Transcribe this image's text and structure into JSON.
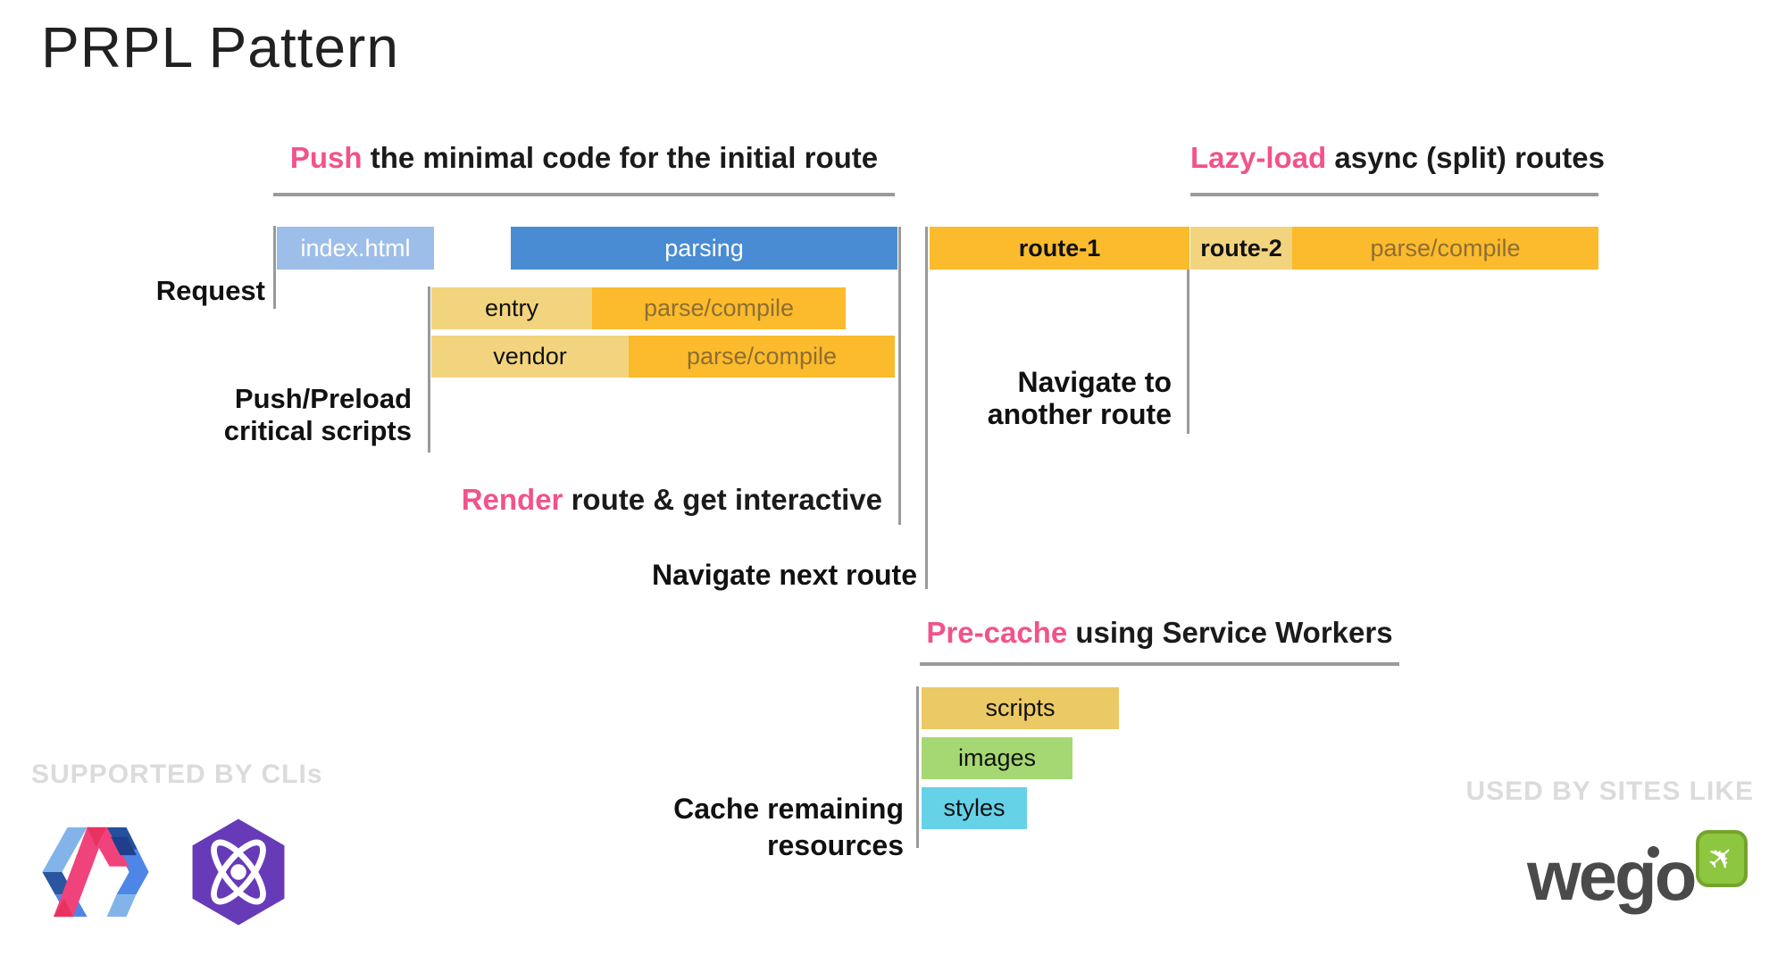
{
  "title": "PRPL Pattern",
  "headings": {
    "push": {
      "highlight": "Push",
      "rest": " the minimal code for the initial route"
    },
    "lazy_load": {
      "highlight": "Lazy-load",
      "rest": " async (split) routes"
    },
    "render": {
      "highlight": "Render",
      "rest": " route & get interactive"
    },
    "pre_cache": {
      "highlight": "Pre-cache",
      "rest": " using Service Workers"
    }
  },
  "labels": {
    "request": "Request",
    "push_preload_line1": "Push/Preload",
    "push_preload_line2": "critical scripts",
    "navigate_next": "Navigate next route",
    "navigate_another_line1": "Navigate to",
    "navigate_another_line2": "another route",
    "cache_line1": "Cache remaining",
    "cache_line2": "resources"
  },
  "bars": {
    "index_html": "index.html",
    "parsing": "parsing",
    "route1": "route-1",
    "route2": "route-2",
    "route2_parse": "parse/compile",
    "entry": "entry",
    "entry_parse": "parse/compile",
    "vendor": "vendor",
    "vendor_parse": "parse/compile",
    "scripts": "scripts",
    "images": "images",
    "styles": "styles"
  },
  "footer": {
    "supported_by": "SUPPORTED BY CLIs",
    "used_by": "USED BY SITES LIKE",
    "wego_text": "wego"
  },
  "icons": {
    "polymer_logo": "polymer-logo",
    "preact_logo": "preact-logo",
    "wego_plane": "airplane-icon"
  },
  "colors": {
    "accent_pink": "#F1538B",
    "bar_blue": "#4A8CD3",
    "bar_light_blue": "#9DBEE8",
    "bar_orange": "#FBBB2C",
    "bar_light_gold": "#F3D47E",
    "bar_scripts_gold": "#EBC964",
    "bar_images_green": "#A5D873",
    "bar_styles_cyan": "#66D2E8",
    "line_gray": "#9A9A9A",
    "footer_gray": "#DBDBDB",
    "preact_purple": "#673AB8",
    "wego_green": "#8DC63F",
    "wego_dark_gray": "#4A4A4A"
  }
}
